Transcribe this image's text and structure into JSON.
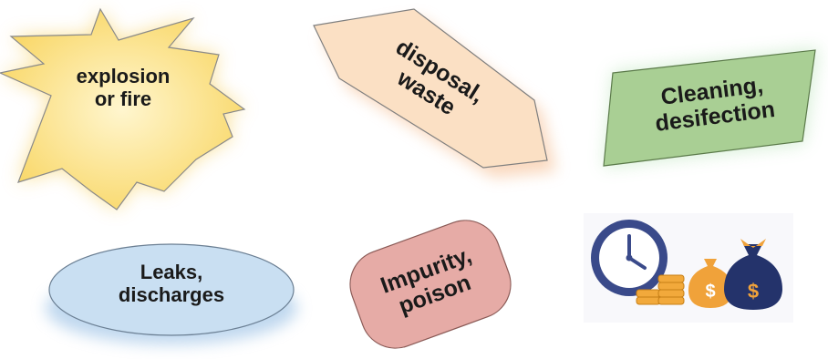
{
  "shapes": {
    "explosion": {
      "label": "explosion\nor fire",
      "fill": "#fbe79a",
      "stroke": "#7f7f7f"
    },
    "disposal": {
      "label": "disposal,\nwaste",
      "fill": "#fbe0c4",
      "stroke": "#7f7f7f"
    },
    "cleaning": {
      "label": "Cleaning,\ndesifection",
      "fill": "#a9cf94",
      "stroke": "#5b7a4a"
    },
    "leaks": {
      "label": "Leaks,\ndischarges",
      "fill": "#c9dff2",
      "stroke": "#6b7f93"
    },
    "impurity": {
      "label": "Impurity,\npoison",
      "fill": "#e6aba6",
      "stroke": "#8a5a56"
    }
  },
  "icons": {
    "clock_money": {
      "name": "clock-and-money-bags-icon",
      "clock_color": "#3a4a8a",
      "coin_color": "#f2a93b",
      "bag_dark": "#24336b",
      "bag_light": "#f0a23a"
    }
  }
}
